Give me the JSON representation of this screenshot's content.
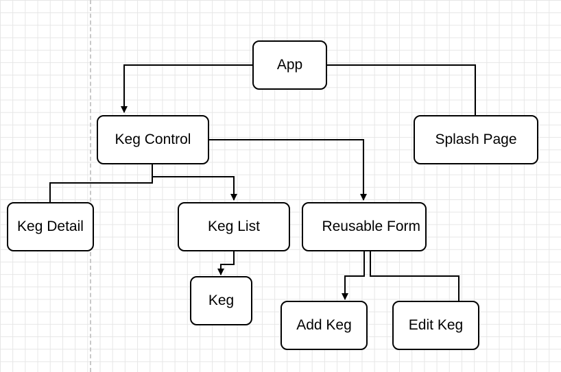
{
  "diagram": {
    "nodes": [
      {
        "id": "app",
        "label": "App"
      },
      {
        "id": "keg-control",
        "label": "Keg Control"
      },
      {
        "id": "splash-page",
        "label": "Splash Page"
      },
      {
        "id": "keg-detail",
        "label": "Keg Detail"
      },
      {
        "id": "keg-list",
        "label": "Keg List"
      },
      {
        "id": "reusable-form",
        "label": "Reusable Form"
      },
      {
        "id": "keg",
        "label": "Keg"
      },
      {
        "id": "add-keg",
        "label": "Add Keg"
      },
      {
        "id": "edit-keg",
        "label": "Edit Keg"
      }
    ],
    "edges": [
      {
        "from": "app",
        "to": "keg-control",
        "arrow": true
      },
      {
        "from": "app",
        "to": "splash-page",
        "arrow": false
      },
      {
        "from": "keg-control",
        "to": "keg-detail",
        "arrow": true
      },
      {
        "from": "keg-control",
        "to": "keg-list",
        "arrow": true
      },
      {
        "from": "keg-control",
        "to": "reusable-form",
        "arrow": true
      },
      {
        "from": "keg-list",
        "to": "keg",
        "arrow": true
      },
      {
        "from": "reusable-form",
        "to": "add-keg",
        "arrow": true
      },
      {
        "from": "reusable-form",
        "to": "edit-keg",
        "arrow": false
      }
    ],
    "colors": {
      "stroke": "#000000",
      "node_fill": "#ffffff",
      "grid": "#e6e6e6",
      "background": "#ffffff"
    }
  }
}
